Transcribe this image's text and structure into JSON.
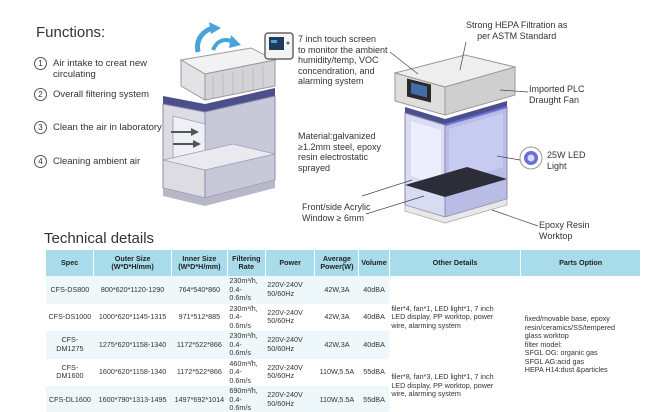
{
  "functions": {
    "title": "Functions:",
    "items": [
      {
        "num": "1",
        "text_lines": [
          "Air intake to creat new",
          "circulating"
        ]
      },
      {
        "num": "2",
        "text_lines": [
          "Overall filtering system"
        ]
      },
      {
        "num": "3",
        "text_lines": [
          "Clean the air in laboratory"
        ]
      },
      {
        "num": "4",
        "text_lines": [
          "Cleaning ambient air"
        ]
      }
    ]
  },
  "callouts": {
    "touch_screen": [
      "7 inch touch screen",
      "to monitor the ambient",
      "humidity/temp, VOC",
      "concendration, and",
      "alarming system"
    ],
    "material": [
      "Material:galvanized",
      "≥1.2mm steel, epoxy",
      "resin electrostatic",
      "sprayed"
    ],
    "acrylic": [
      "Front/side Acrylic",
      "Window ≥ 6mm"
    ],
    "hepa": [
      "Strong HEPA Filtration as",
      "per ASTM Standard"
    ],
    "plc": [
      "Imported PLC",
      "Draught Fan"
    ],
    "led": [
      "25W LED",
      "Light"
    ],
    "epoxy": [
      "Epoxy Resin",
      "Worktop"
    ]
  },
  "tech": {
    "title": "Technical details",
    "headers": [
      "Spec",
      "Outer Size\n(W*D*H/mm)",
      "Inner Size\n(W*D*H/mm)",
      "Filtering\nRate",
      "Power",
      "Average\nPower(W)",
      "Volume",
      "Other Details",
      "Parts Option"
    ],
    "rows": [
      {
        "spec": "CFS-DS800",
        "outer": "800*620*1120-1290",
        "inner": "764*540*860",
        "rate": [
          "230m³/h,",
          "0.4-0.6m/s"
        ],
        "power": [
          "220V-240V",
          "50/60Hz"
        ],
        "avg": "42W,3A",
        "volume": "40dBA"
      },
      {
        "spec": "CFS-DS1000",
        "outer": "1000*620*1145-1315",
        "inner": "971*512*885",
        "rate": [
          "230m³/h,",
          "0.4-0.6m/s"
        ],
        "power": [
          "220V-240V",
          "50/60Hz"
        ],
        "avg": "42W,3A",
        "volume": "40dBA"
      },
      {
        "spec": "CFS-DM1275",
        "outer": "1275*620*1158-1340",
        "inner": "1172*522*866",
        "rate": [
          "230m³/h,",
          "0.4-0.6m/s"
        ],
        "power": [
          "220V-240V",
          "50/60Hz"
        ],
        "avg": "42W,3A",
        "volume": "40dBA"
      },
      {
        "spec": "CFS-DM1600",
        "outer": "1600*620*1158-1340",
        "inner": "1172*522*866",
        "rate": [
          "460m³/h,",
          "0.4-0.6m/s"
        ],
        "power": [
          "220V-240V",
          "50/60Hz"
        ],
        "avg": "110W,5.5A",
        "volume": "55dBA"
      },
      {
        "spec": "CFS-DL1600",
        "outer": "1600*790*1313-1495",
        "inner": "1497*692*1014",
        "rate": [
          "690m³/h,",
          "0.4-0.6m/s"
        ],
        "power": [
          "220V-240V",
          "50/60Hz"
        ],
        "avg": "110W,5.5A",
        "volume": "55dBA"
      }
    ],
    "other_details_group1": [
      "filer*4, fan*1, LED light*1, 7 inch",
      "LED display, PP worktop, power",
      "wire, alarming system"
    ],
    "other_details_group2": [
      "filer*8, fan*3, LED light*1, 7 inch",
      "LED display, PP worktop, power",
      "wire, alarming system"
    ],
    "parts_option": [
      "fixed/movable base, epoxy",
      "resin/ceramics/SS/tempered",
      "glass worktop",
      "filter model:",
      "SFGL OG: organic gas",
      "SFGL AG:acid gas",
      "HEPA H14:dust &particles"
    ]
  },
  "colors": {
    "table_header": "#a9dcea",
    "row_tint": "#eef7fa",
    "hood_purple": "#4b4f8c",
    "hood_gray": "#d9d9dc",
    "arrow_blue": "#4aa3d8",
    "led_glow": "#6b6fd6"
  }
}
